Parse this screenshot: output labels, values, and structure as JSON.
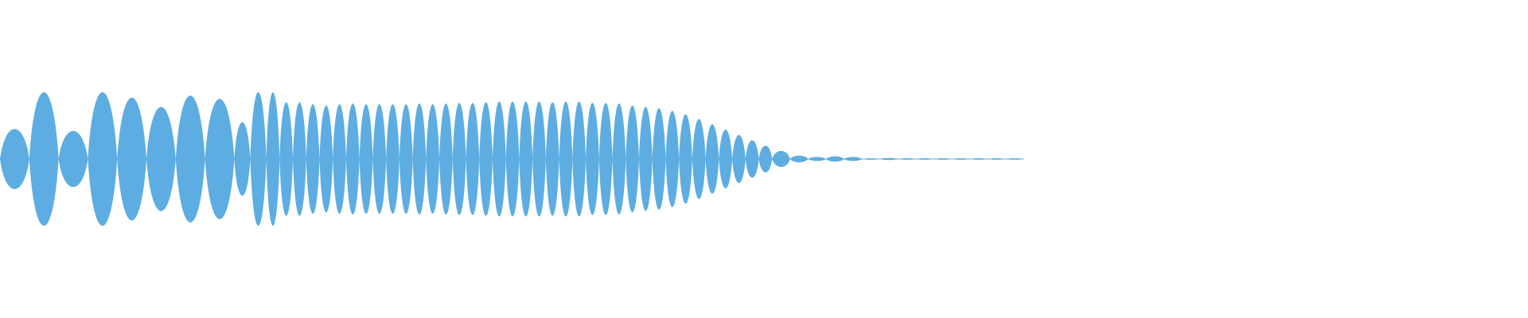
{
  "waveform": {
    "color": "#5dade2",
    "background": "#ffffff",
    "progress": 0.67,
    "envelope": [
      0.45,
      1.0,
      0.42,
      1.0,
      0.92,
      0.78,
      0.95,
      0.9,
      0.55,
      1.0,
      1.0,
      0.85,
      0.85,
      0.82,
      0.8,
      0.82,
      0.83,
      0.82,
      0.82,
      0.82,
      0.82,
      0.83,
      0.82,
      0.83,
      0.84,
      0.84,
      0.85,
      0.86,
      0.86,
      0.86,
      0.86,
      0.85,
      0.86,
      0.86,
      0.84,
      0.84,
      0.83,
      0.8,
      0.78,
      0.76,
      0.72,
      0.67,
      0.6,
      0.52,
      0.44,
      0.36,
      0.28,
      0.2,
      0.12,
      0.05,
      0.03,
      0.04,
      0.03,
      0.01,
      0.015,
      0.01,
      0.01,
      0.005,
      0.005,
      0.005,
      0.004,
      0.003
    ]
  }
}
